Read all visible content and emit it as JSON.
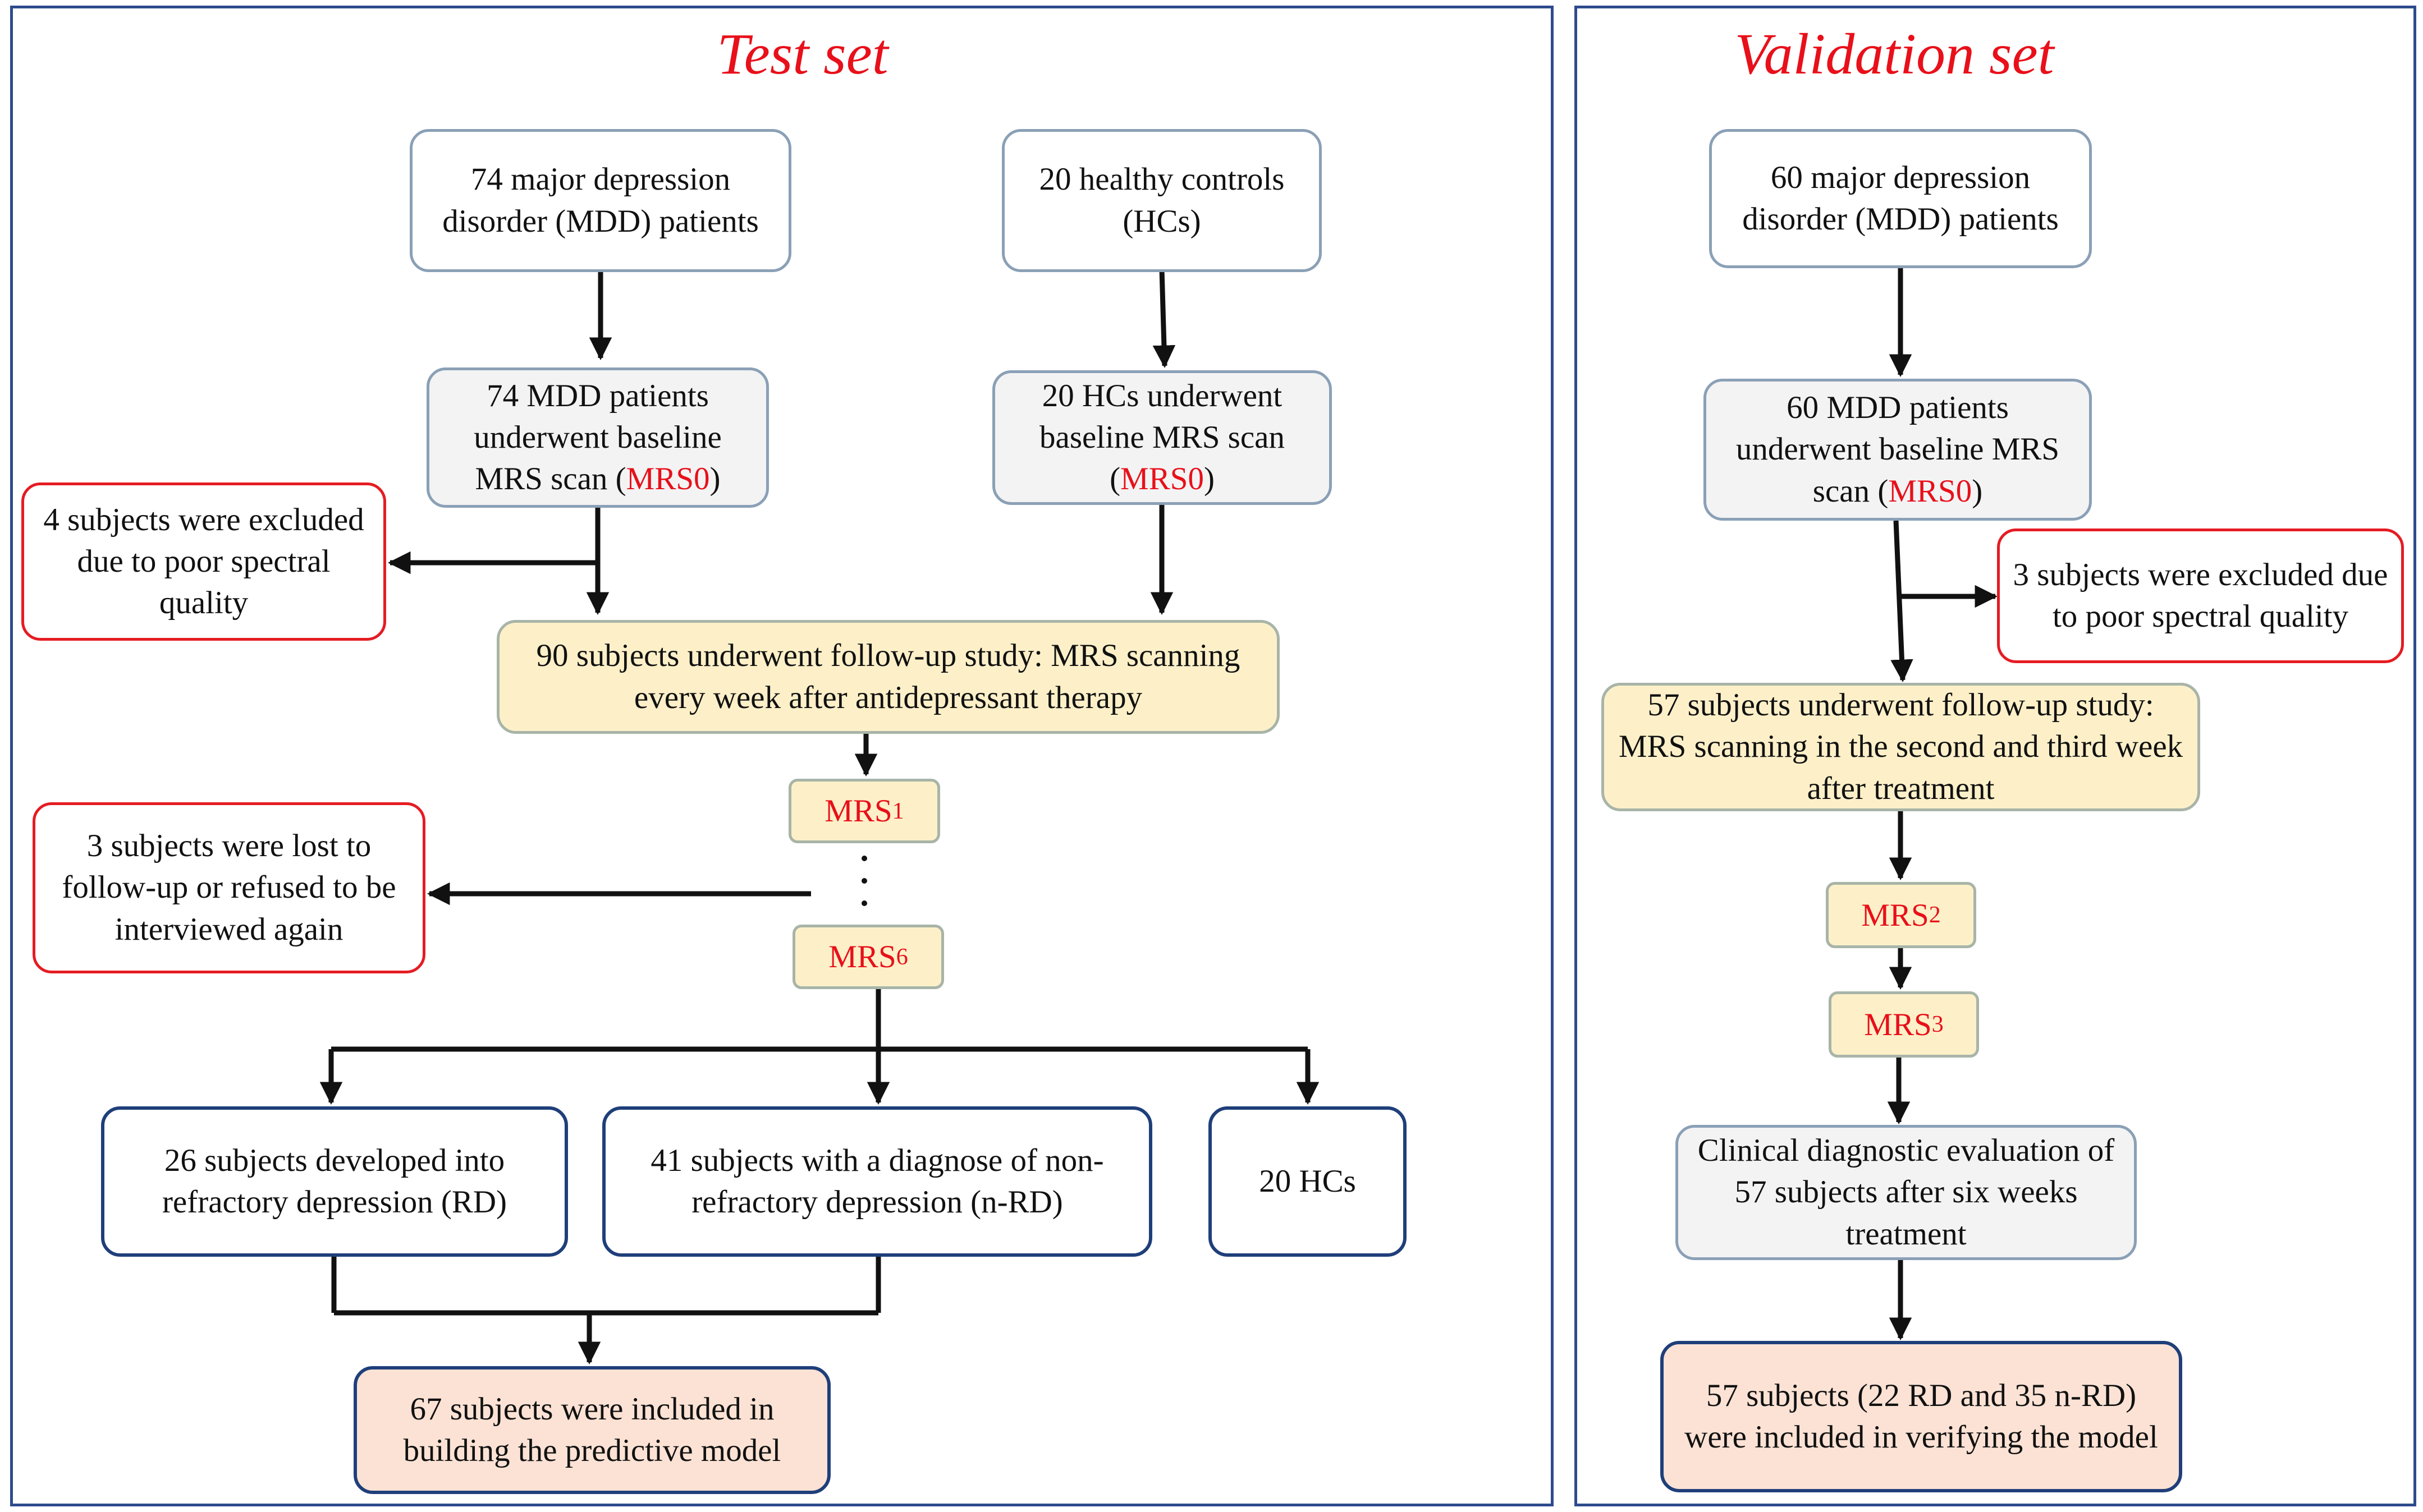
{
  "test": {
    "title": "Test set",
    "mdd_patients": "74 major depression disorder (MDD) patients",
    "healthy_controls": "20 healthy controls (HCs)",
    "mdd_baseline_pre": "74 MDD patients underwent baseline MRS scan (",
    "mdd_baseline_red": "MRS0",
    "mdd_baseline_post": ")",
    "hc_baseline_pre": "20 HCs underwent baseline MRS scan (",
    "hc_baseline_red": "MRS0",
    "hc_baseline_post": ")",
    "excluded": "4 subjects were excluded due to poor spectral quality",
    "followup": "90 subjects underwent follow-up study: MRS scanning every week after antidepressant therapy",
    "mrs1_base": "MRS",
    "mrs1_sub": "1",
    "mrs6_base": "MRS",
    "mrs6_sub": "6",
    "lost": "3 subjects were lost to follow-up or refused to be interviewed again",
    "rd": "26 subjects developed into refractory depression (RD)",
    "nrd": "41 subjects with a diagnose of non-refractory depression (n-RD)",
    "hcs": "20 HCs",
    "model": "67 subjects were included in building the predictive model"
  },
  "validation": {
    "title": "Validation set",
    "mdd_patients": "60 major depression disorder (MDD) patients",
    "mdd_baseline_pre": "60 MDD patients underwent baseline MRS scan (",
    "mdd_baseline_red": "MRS0",
    "mdd_baseline_post": ")",
    "excluded": "3 subjects were excluded due to poor spectral quality",
    "followup": "57 subjects underwent follow-up study: MRS scanning in the second and third week after treatment",
    "mrs2_base": "MRS",
    "mrs2_sub": "2",
    "mrs3_base": "MRS",
    "mrs3_sub": "3",
    "clinical": "Clinical diagnostic evaluation of 57 subjects after six weeks treatment",
    "verify": "57 subjects (22 RD and 35 n-RD) were included in verifying the model"
  },
  "colors": {
    "panel_border": "#2e4b8c",
    "title_red": "#e8101a",
    "exclusion_border": "#e51c23",
    "followup_fill": "#fdf0c8",
    "model_fill": "#fbe2d4"
  }
}
